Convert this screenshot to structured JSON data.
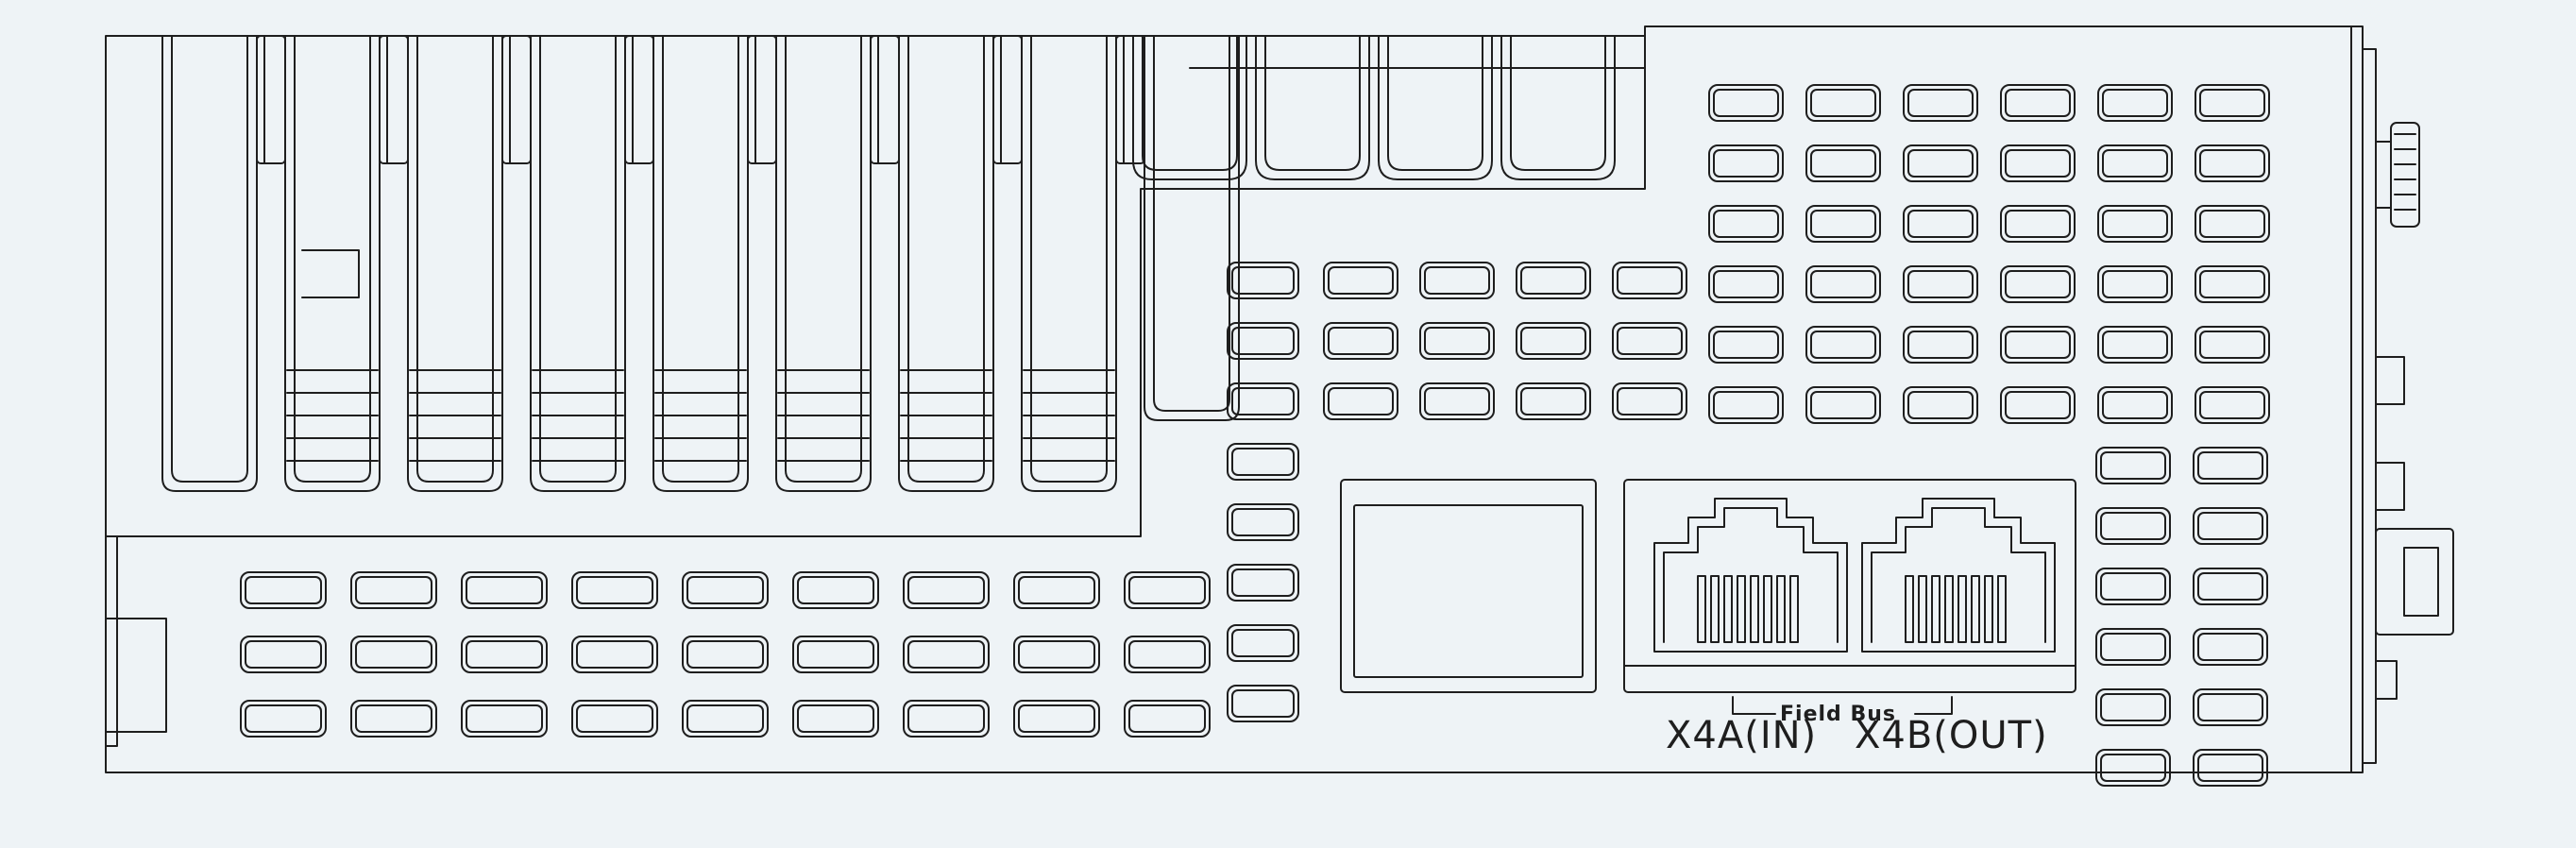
{
  "diagram": {
    "colors": {
      "line": "#1e1e1e",
      "background": "#eef3f6"
    },
    "labels": {
      "field_bus": "Field Bus",
      "port_in": "X4A(IN)",
      "port_out": "X4B(OUT)"
    }
  }
}
